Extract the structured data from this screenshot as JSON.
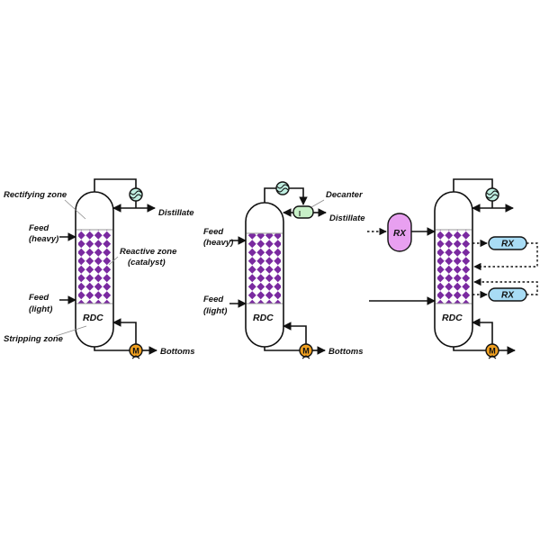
{
  "colors": {
    "catalyst": "#7a2aa0",
    "catalyst_light": "#ffffff",
    "pump": "#f0a020",
    "condenser": "#bfeee0",
    "decanter": "#c8f0c8",
    "reactor_vessel": "#e8a0f0",
    "reactor_side": "#a8dcf5",
    "line": "#111111"
  },
  "panel1": {
    "labels": {
      "rectifying_zone": "Rectifying zone",
      "feed_heavy_1": "Feed",
      "feed_heavy_2": "(heavy)",
      "reactive_zone_1": "Reactive zone",
      "reactive_zone_2": "(catalyst)",
      "feed_light_1": "Feed",
      "feed_light_2": "(light)",
      "column_label": "RDC",
      "stripping_zone": "Stripping zone",
      "distillate": "Distillate",
      "bottoms": "Bottoms"
    },
    "icons": {
      "condenser": "condenser-icon",
      "pump": "pump-icon",
      "pump_letter": "M"
    }
  },
  "panel2": {
    "labels": {
      "decanter": "Decanter",
      "distillate": "Distillate",
      "feed_heavy_1": "Feed",
      "feed_heavy_2": "(heavy)",
      "feed_light_1": "Feed",
      "feed_light_2": "(light)",
      "column_label": "RDC",
      "bottoms": "Bottoms"
    },
    "icons": {
      "condenser": "condenser-icon",
      "pump": "pump-icon",
      "pump_letter": "M",
      "decanter": "decanter-icon"
    }
  },
  "panel3": {
    "labels": {
      "pre_reactor": "RX",
      "side_reactor_top": "RX",
      "side_reactor_bottom": "RX",
      "column_label": "RDC"
    },
    "icons": {
      "condenser": "condenser-icon",
      "pump": "pump-icon",
      "pump_letter": "M"
    }
  }
}
